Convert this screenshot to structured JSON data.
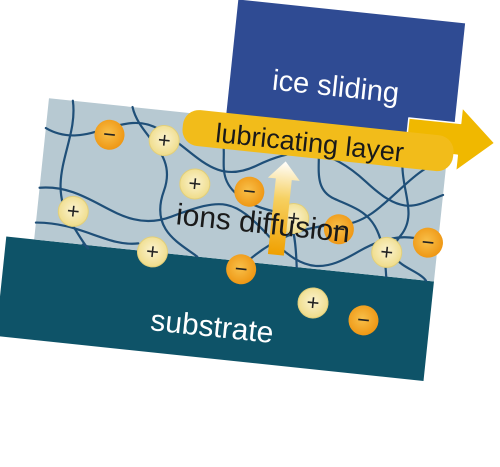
{
  "labels": {
    "ice": "ice sliding",
    "lubricating": "lubricating layer",
    "diffusion": "ions diffusion",
    "substrate": "substrate"
  },
  "ion_symbols": {
    "positive": "+",
    "negative": "−"
  },
  "colors": {
    "ice_block": "#2f4b93",
    "arrow": "#f0b800",
    "lubricating_layer": "#f2bc1a",
    "gel": "#b7c9d2",
    "substrate": "#0e5368",
    "polymer_chain": "#1f4f78",
    "positive_ion_fill": "#f3e6a2",
    "negative_ion_fill": "#f2a21c"
  }
}
